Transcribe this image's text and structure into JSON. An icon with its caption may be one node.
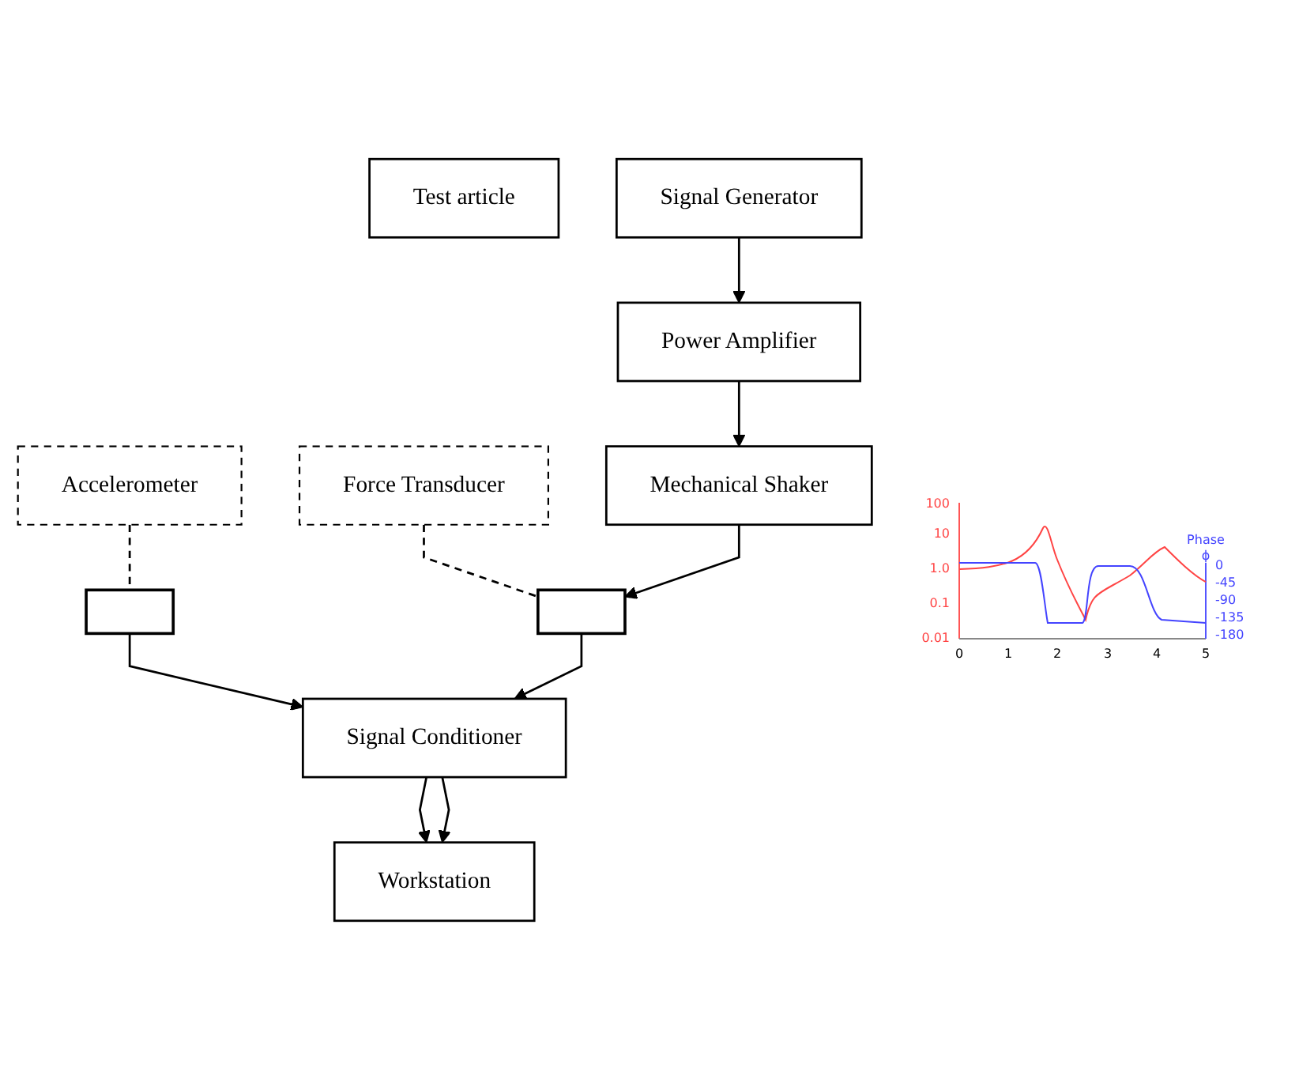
{
  "diagram": {
    "nodes": [
      {
        "text": [
          "Accelerometer"
        ]
      },
      {
        "text": [
          "Test article"
        ]
      },
      {
        "text": [],
        "shape": "box"
      },
      {
        "text": [],
        "shape": "box"
      },
      {
        "text": [
          "Force Transducer"
        ]
      },
      {
        "text": [
          "Mechanical Shaker"
        ]
      },
      {
        "text": [
          "Power Amplifier"
        ]
      },
      {
        "text": [
          "Signal Generator"
        ]
      },
      {
        "text": [
          "Signal Conditioner"
        ]
      },
      {
        "text": [
          "Workstation"
        ]
      }
    ],
    "edges": [
      {
        "from": 0,
        "to": 2,
        "arrow": "none",
        "style": "dashed"
      },
      {
        "from": 4,
        "to": 3,
        "arrow": "none",
        "style": "dashed"
      },
      {
        "from": 5,
        "to": 3,
        "arrow": "to"
      },
      {
        "from": 6,
        "to": 5,
        "arrow": "to"
      },
      {
        "from": 7,
        "to": 6,
        "arrow": "to"
      },
      {
        "from": 2,
        "to": 8,
        "arrow": "to"
      },
      {
        "from": 3,
        "to": 8,
        "arrow": "to"
      },
      {
        "from": 8,
        "to": 9,
        "arrow": "to"
      },
      {
        "from": 8,
        "to": 9,
        "arrow": "to"
      }
    ],
    "labels": [
      "100",
      "10",
      "1.0",
      "0.1",
      "0.01",
      "0",
      "1",
      "2",
      "3",
      "4",
      "5",
      "Phase",
      "ϕ",
      "0",
      "-45",
      "-90",
      "-135",
      "-180"
    ]
  }
}
